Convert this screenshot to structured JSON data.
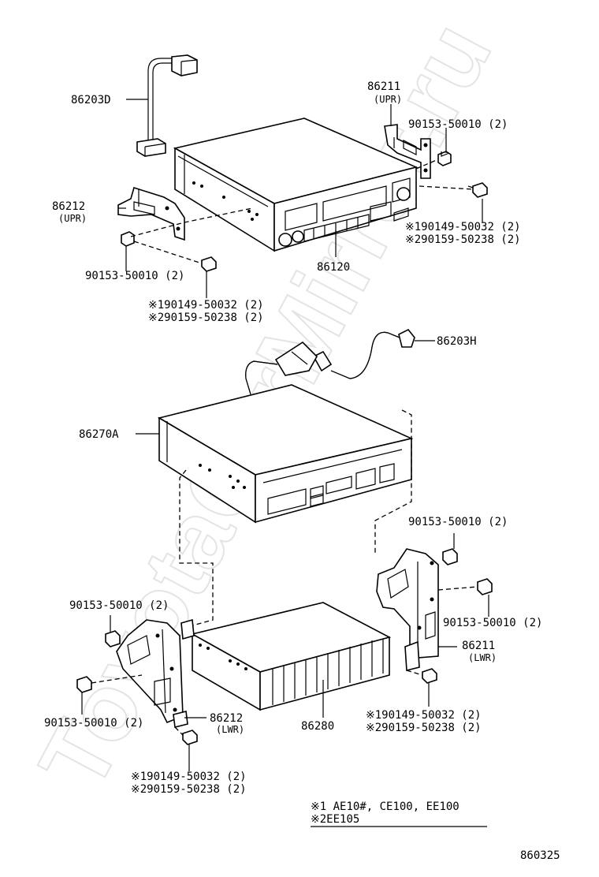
{
  "watermark": "ToyotaCarMirror.ru",
  "labels": {
    "p86203D": "86203D",
    "p86211_upper": "86211",
    "upr_1": "(UPR)",
    "bolt_upper_right": "90153-50010 (2)",
    "p86212_upper": "86212",
    "upr_2": "(UPR)",
    "screw_ur_1": "※190149-50032 (2)",
    "screw_ur_2": "※290159-50238 (2)",
    "bolt_upper_left": "90153-50010 (2)",
    "p86120": "86120",
    "screw_ul_1": "※190149-50032 (2)",
    "screw_ul_2": "※290159-50238 (2)",
    "p86203H": "86203H",
    "p86270A": "86270A",
    "bolt_mid_right_top": "90153-50010 (2)",
    "bolt_lower_left_top": "90153-50010 (2)",
    "bolt_mid_right_lower": "90153-50010 (2)",
    "p86211_lower": "86211",
    "lwr_1": "(LWR)",
    "bolt_lower_left": "90153-50010 (2)",
    "p86212_lower": "86212",
    "lwr_2": "(LWR)",
    "p86280": "86280",
    "screw_lr_1": "※190149-50032 (2)",
    "screw_lr_2": "※290159-50238 (2)",
    "screw_ll_1": "※190149-50032 (2)",
    "screw_ll_2": "※290159-50238 (2)",
    "note_1": "※1 AE10#, CE100, EE100",
    "note_2": "※2EE105",
    "diagram_id": "860325"
  }
}
